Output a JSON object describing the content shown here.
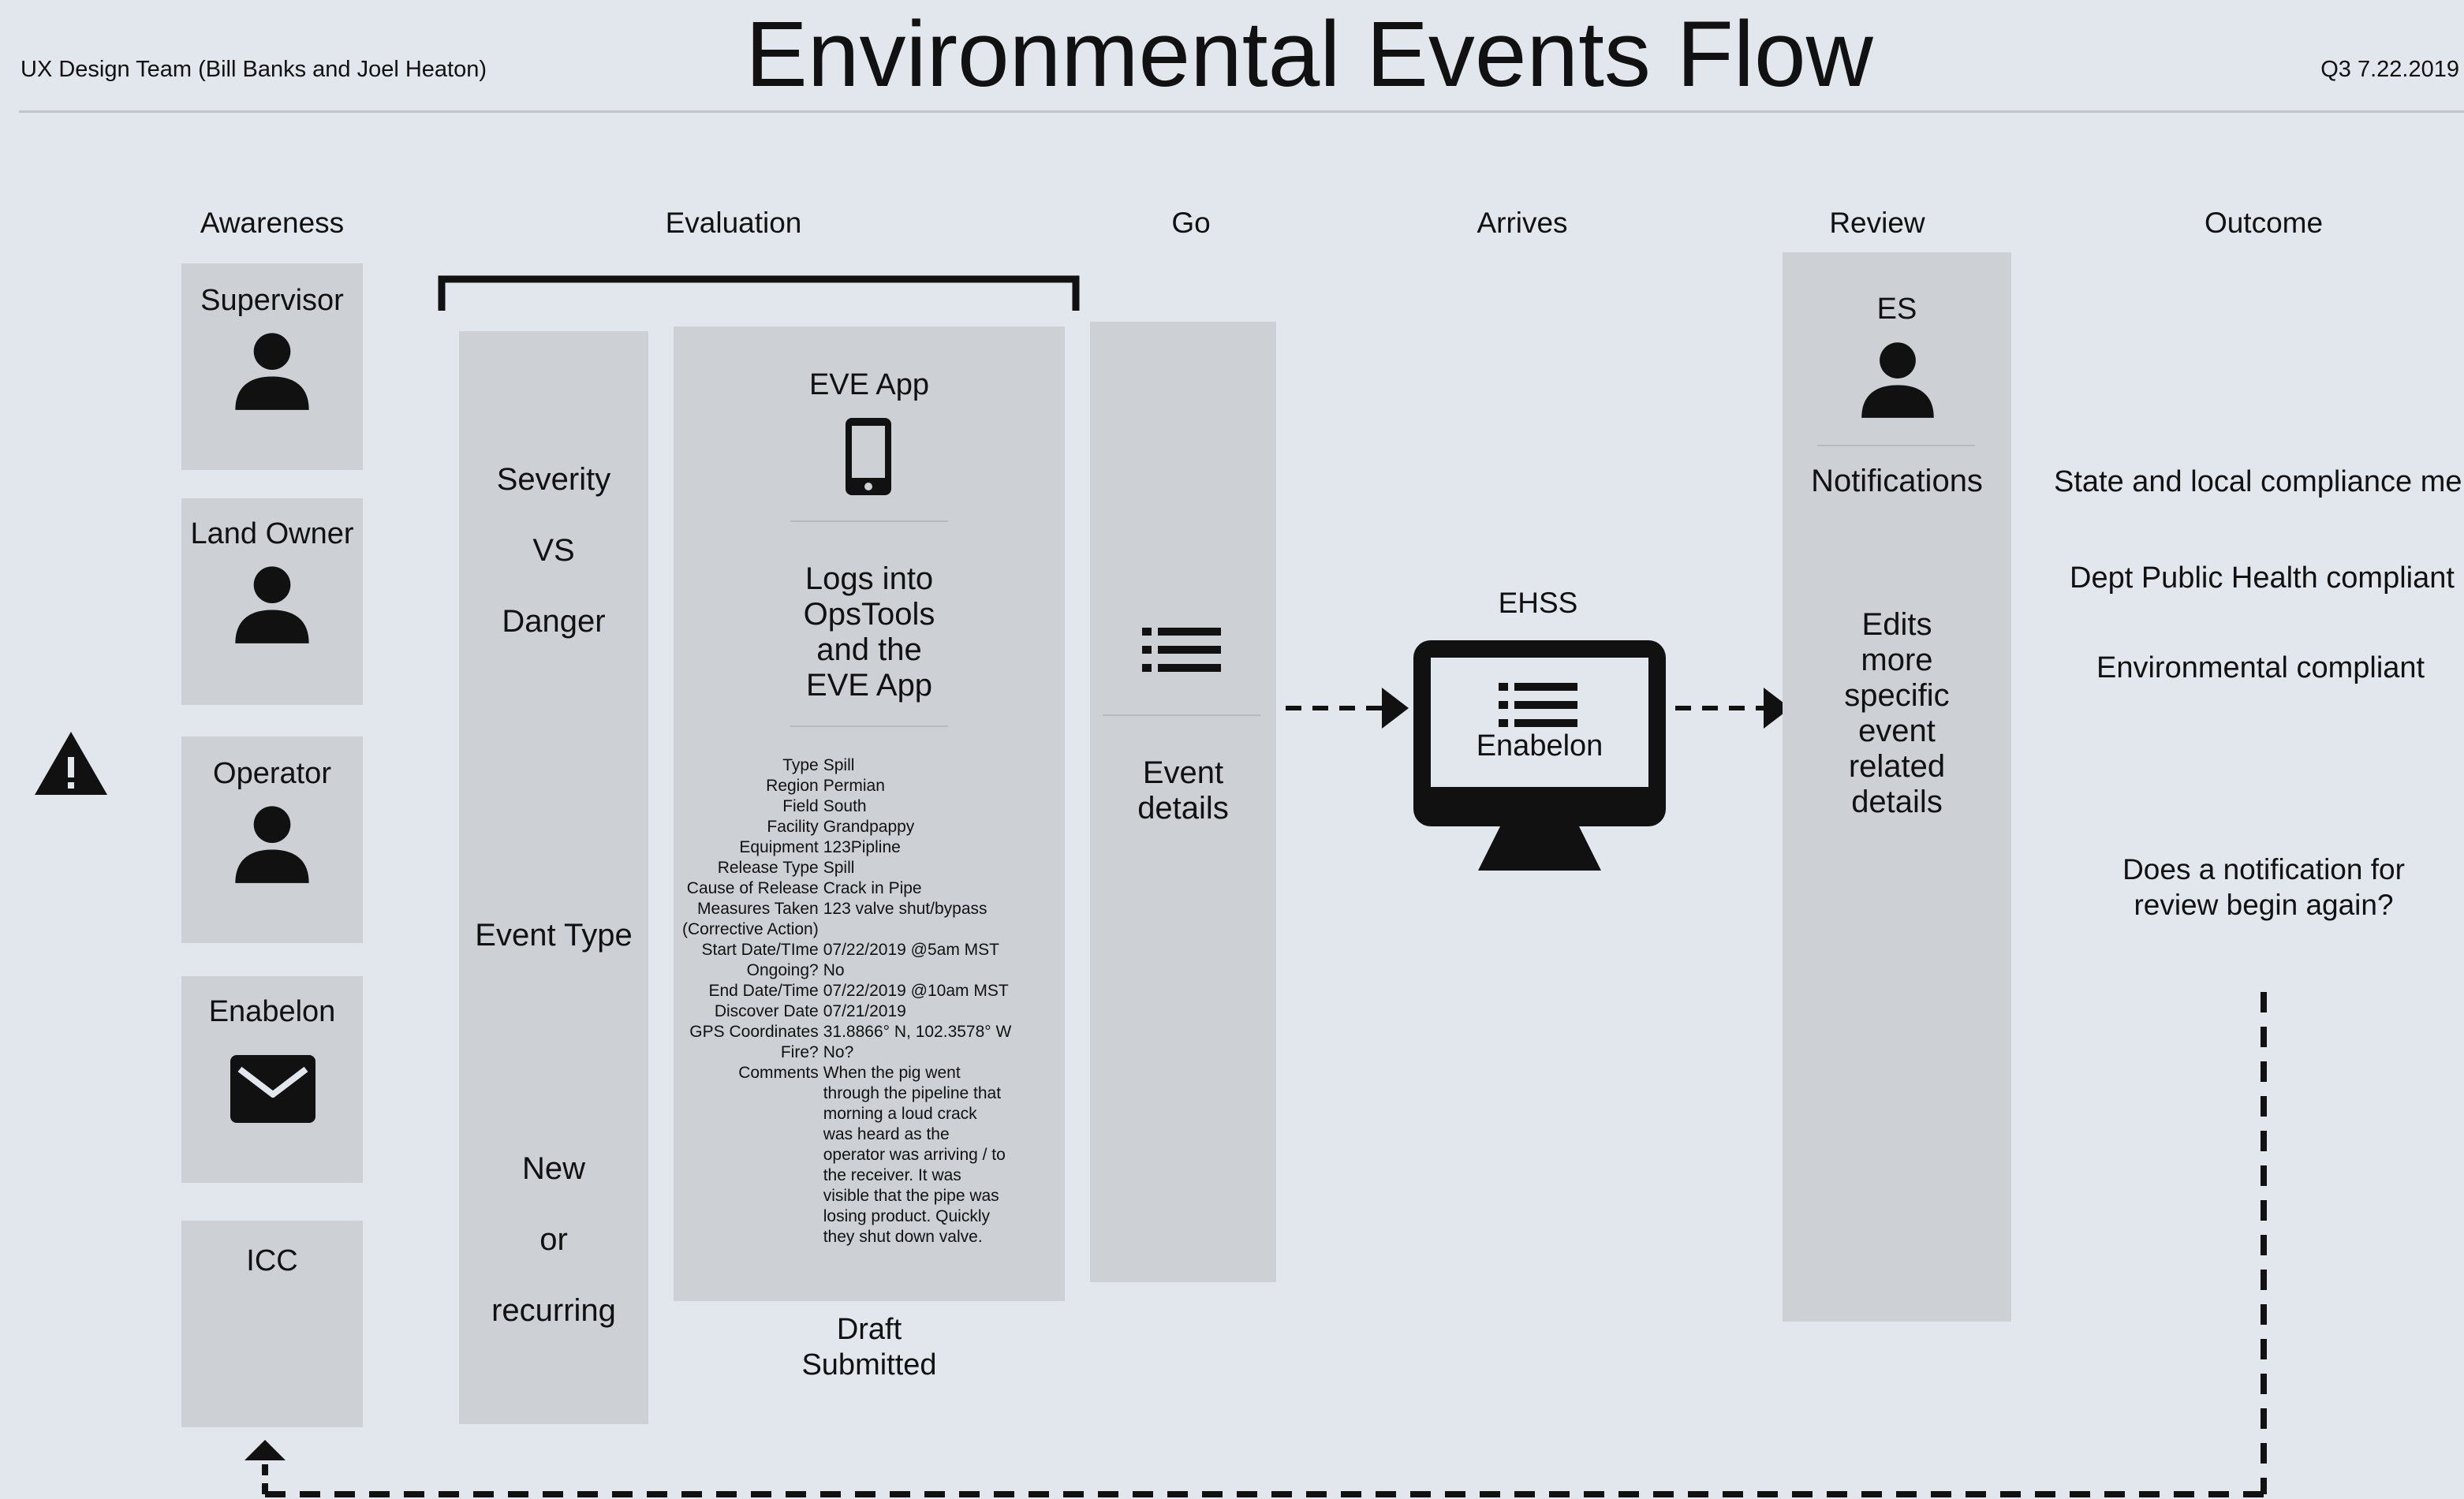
{
  "header": {
    "title": "Environmental Events Flow",
    "team": "UX Design Team (Bill Banks and Joel Heaton)",
    "date": "Q3 7.22.2019"
  },
  "stages": {
    "awareness": "Awareness",
    "evaluation": "Evaluation",
    "go": "Go",
    "arrives": "Arrives",
    "review": "Review",
    "outcome": "Outcome"
  },
  "awareness": {
    "actors": [
      {
        "label": "Supervisor",
        "icon": "person-icon"
      },
      {
        "label": "Land Owner",
        "icon": "person-icon"
      },
      {
        "label": "Operator",
        "icon": "person-icon"
      },
      {
        "label": "Enabelon",
        "icon": "envelope-icon"
      },
      {
        "label": "ICC",
        "icon": ""
      }
    ]
  },
  "evaluation": {
    "criteria": {
      "severity": "Severity",
      "vs": "VS",
      "danger": "Danger",
      "event_type": "Event Type",
      "new": "New",
      "or": "or",
      "recurring": "recurring"
    },
    "app": {
      "title": "EVE App",
      "logs_lines": [
        "Logs into",
        "OpsTools",
        "and the",
        "EVE App"
      ],
      "details": [
        {
          "key": "Type",
          "value": "Spill"
        },
        {
          "key": "Region",
          "value": "Permian"
        },
        {
          "key": "Field",
          "value": "South"
        },
        {
          "key": "Facility",
          "value": "Grandpappy"
        },
        {
          "key": "Equipment",
          "value": "123Pipline"
        },
        {
          "key": "Release Type",
          "value": "Spill"
        },
        {
          "key": "Cause of Release",
          "value": "Crack in Pipe"
        },
        {
          "key": "Measures Taken",
          "value": "123 valve shut/bypass"
        },
        {
          "key": "(Corrective Action)",
          "value": ""
        },
        {
          "key": "Start Date/TIme",
          "value": "07/22/2019 @5am MST"
        },
        {
          "key": "Ongoing?",
          "value": "No"
        },
        {
          "key": "End Date/Time",
          "value": "07/22/2019 @10am MST"
        },
        {
          "key": "Discover Date",
          "value": "07/21/2019"
        },
        {
          "key": "GPS Coordinates",
          "value": "31.8866° N, 102.3578° W"
        },
        {
          "key": "Fire?",
          "value": "No?"
        },
        {
          "key": "Comments",
          "value": "When the pig went through the pipeline that morning a loud crack was heard as the operator was arriving / to the receiver. It was visible that the pipe was losing product. Quickly they shut down valve."
        }
      ],
      "status_lines": [
        "Draft",
        "Submitted"
      ]
    }
  },
  "go": {
    "label_lines": [
      "Event",
      "details"
    ],
    "icon": "list-icon"
  },
  "arrives": {
    "system": "EHSS",
    "screen_label": "Enabelon",
    "icon": "monitor-icon"
  },
  "review": {
    "actor": "ES",
    "notifications": "Notifications",
    "edits_lines": [
      "Edits",
      "more",
      "specific",
      "event",
      "related",
      "details"
    ]
  },
  "outcome": {
    "items": [
      "State and local compliance me",
      "Dept Public Health compliant",
      "Environmental compliant"
    ],
    "question_lines": [
      "Does a notification for",
      "review begin again?"
    ]
  },
  "warning_icon": "warning-icon",
  "colors": {
    "background": "#e2e7ee",
    "panel": "#cdd1d6",
    "ink": "#111111"
  }
}
